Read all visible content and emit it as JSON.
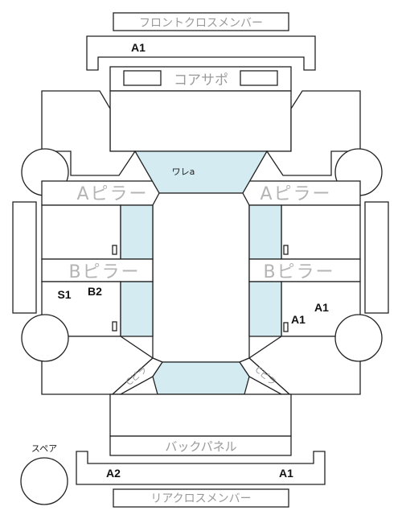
{
  "labels": {
    "front_cross_member": "フロントクロスメンバー",
    "core_support": "コアサポ",
    "a_pillar_left": "Aピラー",
    "a_pillar_right": "Aピラー",
    "b_pillar_left": "Bピラー",
    "b_pillar_right": "Bピラー",
    "back_panel": "バックパネル",
    "rear_cross_member": "リアクロスメンバー",
    "spare": "スペア",
    "roof": "ワレa",
    "c_pillar_left": "Cピラ",
    "c_pillar_right": "Cピラ"
  },
  "codes": {
    "front_cross_member": "A1",
    "b2_left": "B2",
    "s1_left": "S1",
    "a1_right_outer": "A1",
    "a1_right_inner": "A1",
    "rear_left": "A2",
    "rear_right": "A1"
  },
  "colors": {
    "glass": "#d4ebf2",
    "line": "#222222",
    "label_gray": "#9a9a9a"
  }
}
